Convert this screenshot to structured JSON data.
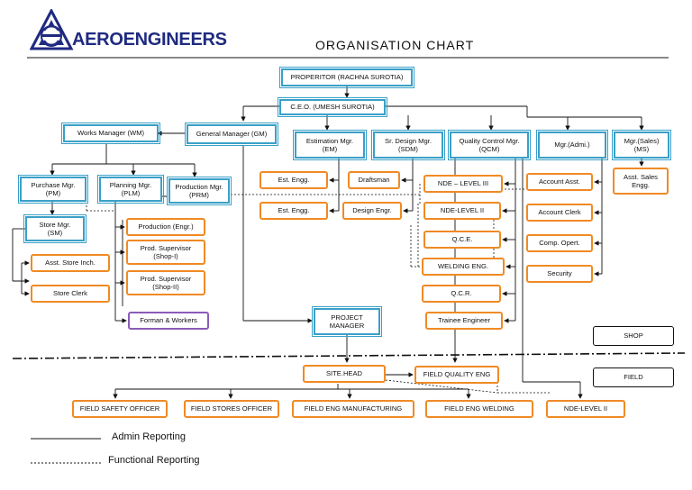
{
  "brand": {
    "name": "AEROENGINEERS",
    "logo_icon": "aero-triangle-logo-icon"
  },
  "page_title": "ORGANISATION CHART",
  "colors": {
    "admin": "#3aa0c8",
    "functional": "#f08a24",
    "worker": "#8a5bb8",
    "logo": "#1f2a80"
  },
  "nodes": {
    "proprietor": "PROPERITOR (RACHNA SUROTIA)",
    "ceo": "C.E.O.  (UMESH SUROTIA)",
    "works_manager": "Works Manager (WM)",
    "general_manager": "General Manager (GM)",
    "estimation_mgr": "Estimation Mgr.\n(EM)",
    "design_mgr": "Sr. Design Mgr.\n(SDM)",
    "qc_mgr": "Quality Control Mgr.\n(QCM)",
    "admin_mgr": "Mgr.(Admi.)",
    "sales_mgr": "Mgr.(Sales)\n(MS)",
    "purchase_mgr": "Purchase Mgr.\n(PM)",
    "planning_mgr": "Planning Mgr.\n(PLM)",
    "production_mgr": "Production Mgr.\n(PRM)",
    "store_mgr": "Store Mgr.\n(SM)",
    "asst_store": "Asst. Store Inch.",
    "store_clerk": "Store Clerk",
    "production_engr": "Production (Engr.)",
    "supervisor_1": "Prod. Supervisor\n(Shop-I)",
    "supervisor_2": "Prod. Supervisor\n(Shop-II)",
    "forman": "Forman & Workers",
    "est_engg_1": "Est. Engg.",
    "est_engg_2": "Est. Engg.",
    "draftsman": "Draftsman",
    "design_engr": "Design Engr.",
    "nde_3": "NDE – LEVEL III",
    "nde_2": "NDE-LEVEL II",
    "qce": "Q.C.E.",
    "welding_eng": "WELDING ENG.",
    "qcr": "Q.C.R.",
    "trainee": "Trainee Engineer",
    "account_asst": "Account Asst.",
    "account_clerk": "Account Clerk",
    "comp_opert": "Comp. Opert.",
    "security": "Security",
    "asst_sales": "Asst. Sales\nEngg.",
    "project_manager": "PROJECT\nMANAGER",
    "site_head": "SITE.HEAD",
    "field_quality": "FIELD QUALITY ENG",
    "field_safety": "FIELD SAFETY OFFICER",
    "field_stores": "FIELD STORES OFFICER",
    "field_eng_mfg": "FIELD ENG MANUFACTURING",
    "field_eng_weld": "FIELD ENG WELDING",
    "field_nde": "NDE-LEVEL II"
  },
  "zones": {
    "shop": "SHOP",
    "field": "FIELD"
  },
  "legend": {
    "admin": "Admin Reporting",
    "functional": "Functional Reporting"
  }
}
